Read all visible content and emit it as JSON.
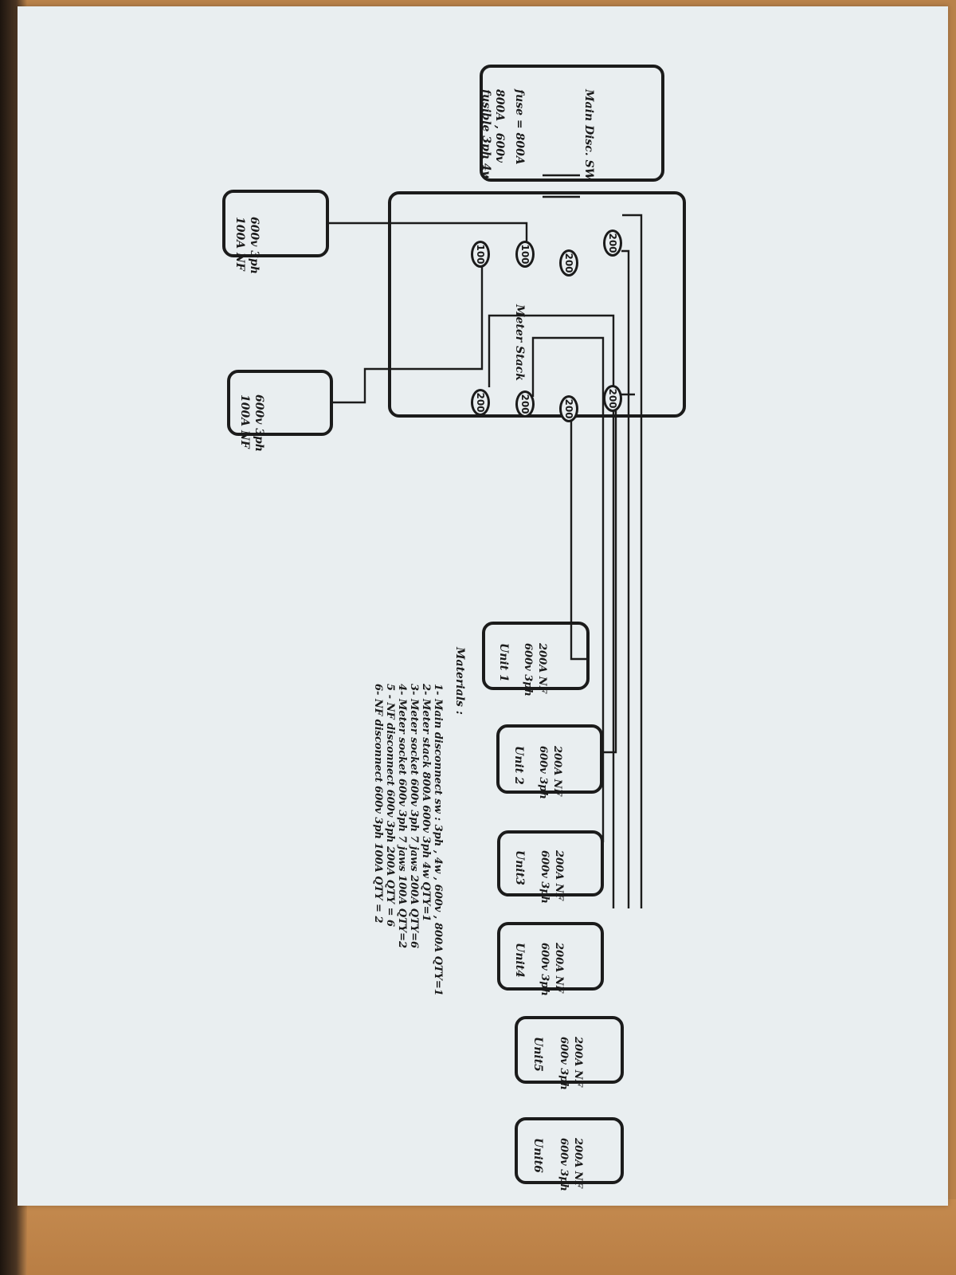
{
  "main_disconnect": {
    "lines": [
      "fusible 3ph 4w",
      "800A , 600v",
      "fuse = 800A"
    ],
    "caption": "Main Disc. SW"
  },
  "meter_stack": {
    "label": "Meter Stack",
    "left_breakers": [
      "200",
      "200",
      "100",
      "100"
    ],
    "right_breakers": [
      "200",
      "200",
      "200",
      "200"
    ]
  },
  "nf_disconnects": [
    {
      "line1": "100A NF",
      "line2": "600v 3ph"
    },
    {
      "line1": "100A NF",
      "line2": "600v 3ph"
    }
  ],
  "units": [
    {
      "title": "Unit 1",
      "line1": "600v 3ph",
      "line2": "200A NF"
    },
    {
      "title": "Unit 2",
      "line1": "600v 3ph",
      "line2": "200A NF"
    },
    {
      "title": "Unit3",
      "line1": "600v 3ph",
      "line2": "200A NF"
    },
    {
      "title": "Unit4",
      "line1": "600v 3ph",
      "line2": "200A NF"
    },
    {
      "title": "Unit5",
      "line1": "600v 3ph",
      "line2": "200A NF"
    },
    {
      "title": "Unit6",
      "line1": "600v 3ph",
      "line2": "200A NF"
    }
  ],
  "materials": {
    "heading": "Materials :",
    "items": [
      "1- Main disconnect sw : 3ph , 4w , 600v , 800A     QTY=1",
      "2- Meter stack 800A 600v  3ph 4w   QTY=1",
      "3- Meter socket 600v 3ph 7 jaws 200A  QTY=6",
      "4- Meter socket 600v 3ph 7 jaws  100A  QTY=2",
      "5 - NF disconnect 600v 3ph 200A  QTY = 6",
      "6- NF disconnect 600v 3ph 100A   QTY = 2"
    ]
  }
}
